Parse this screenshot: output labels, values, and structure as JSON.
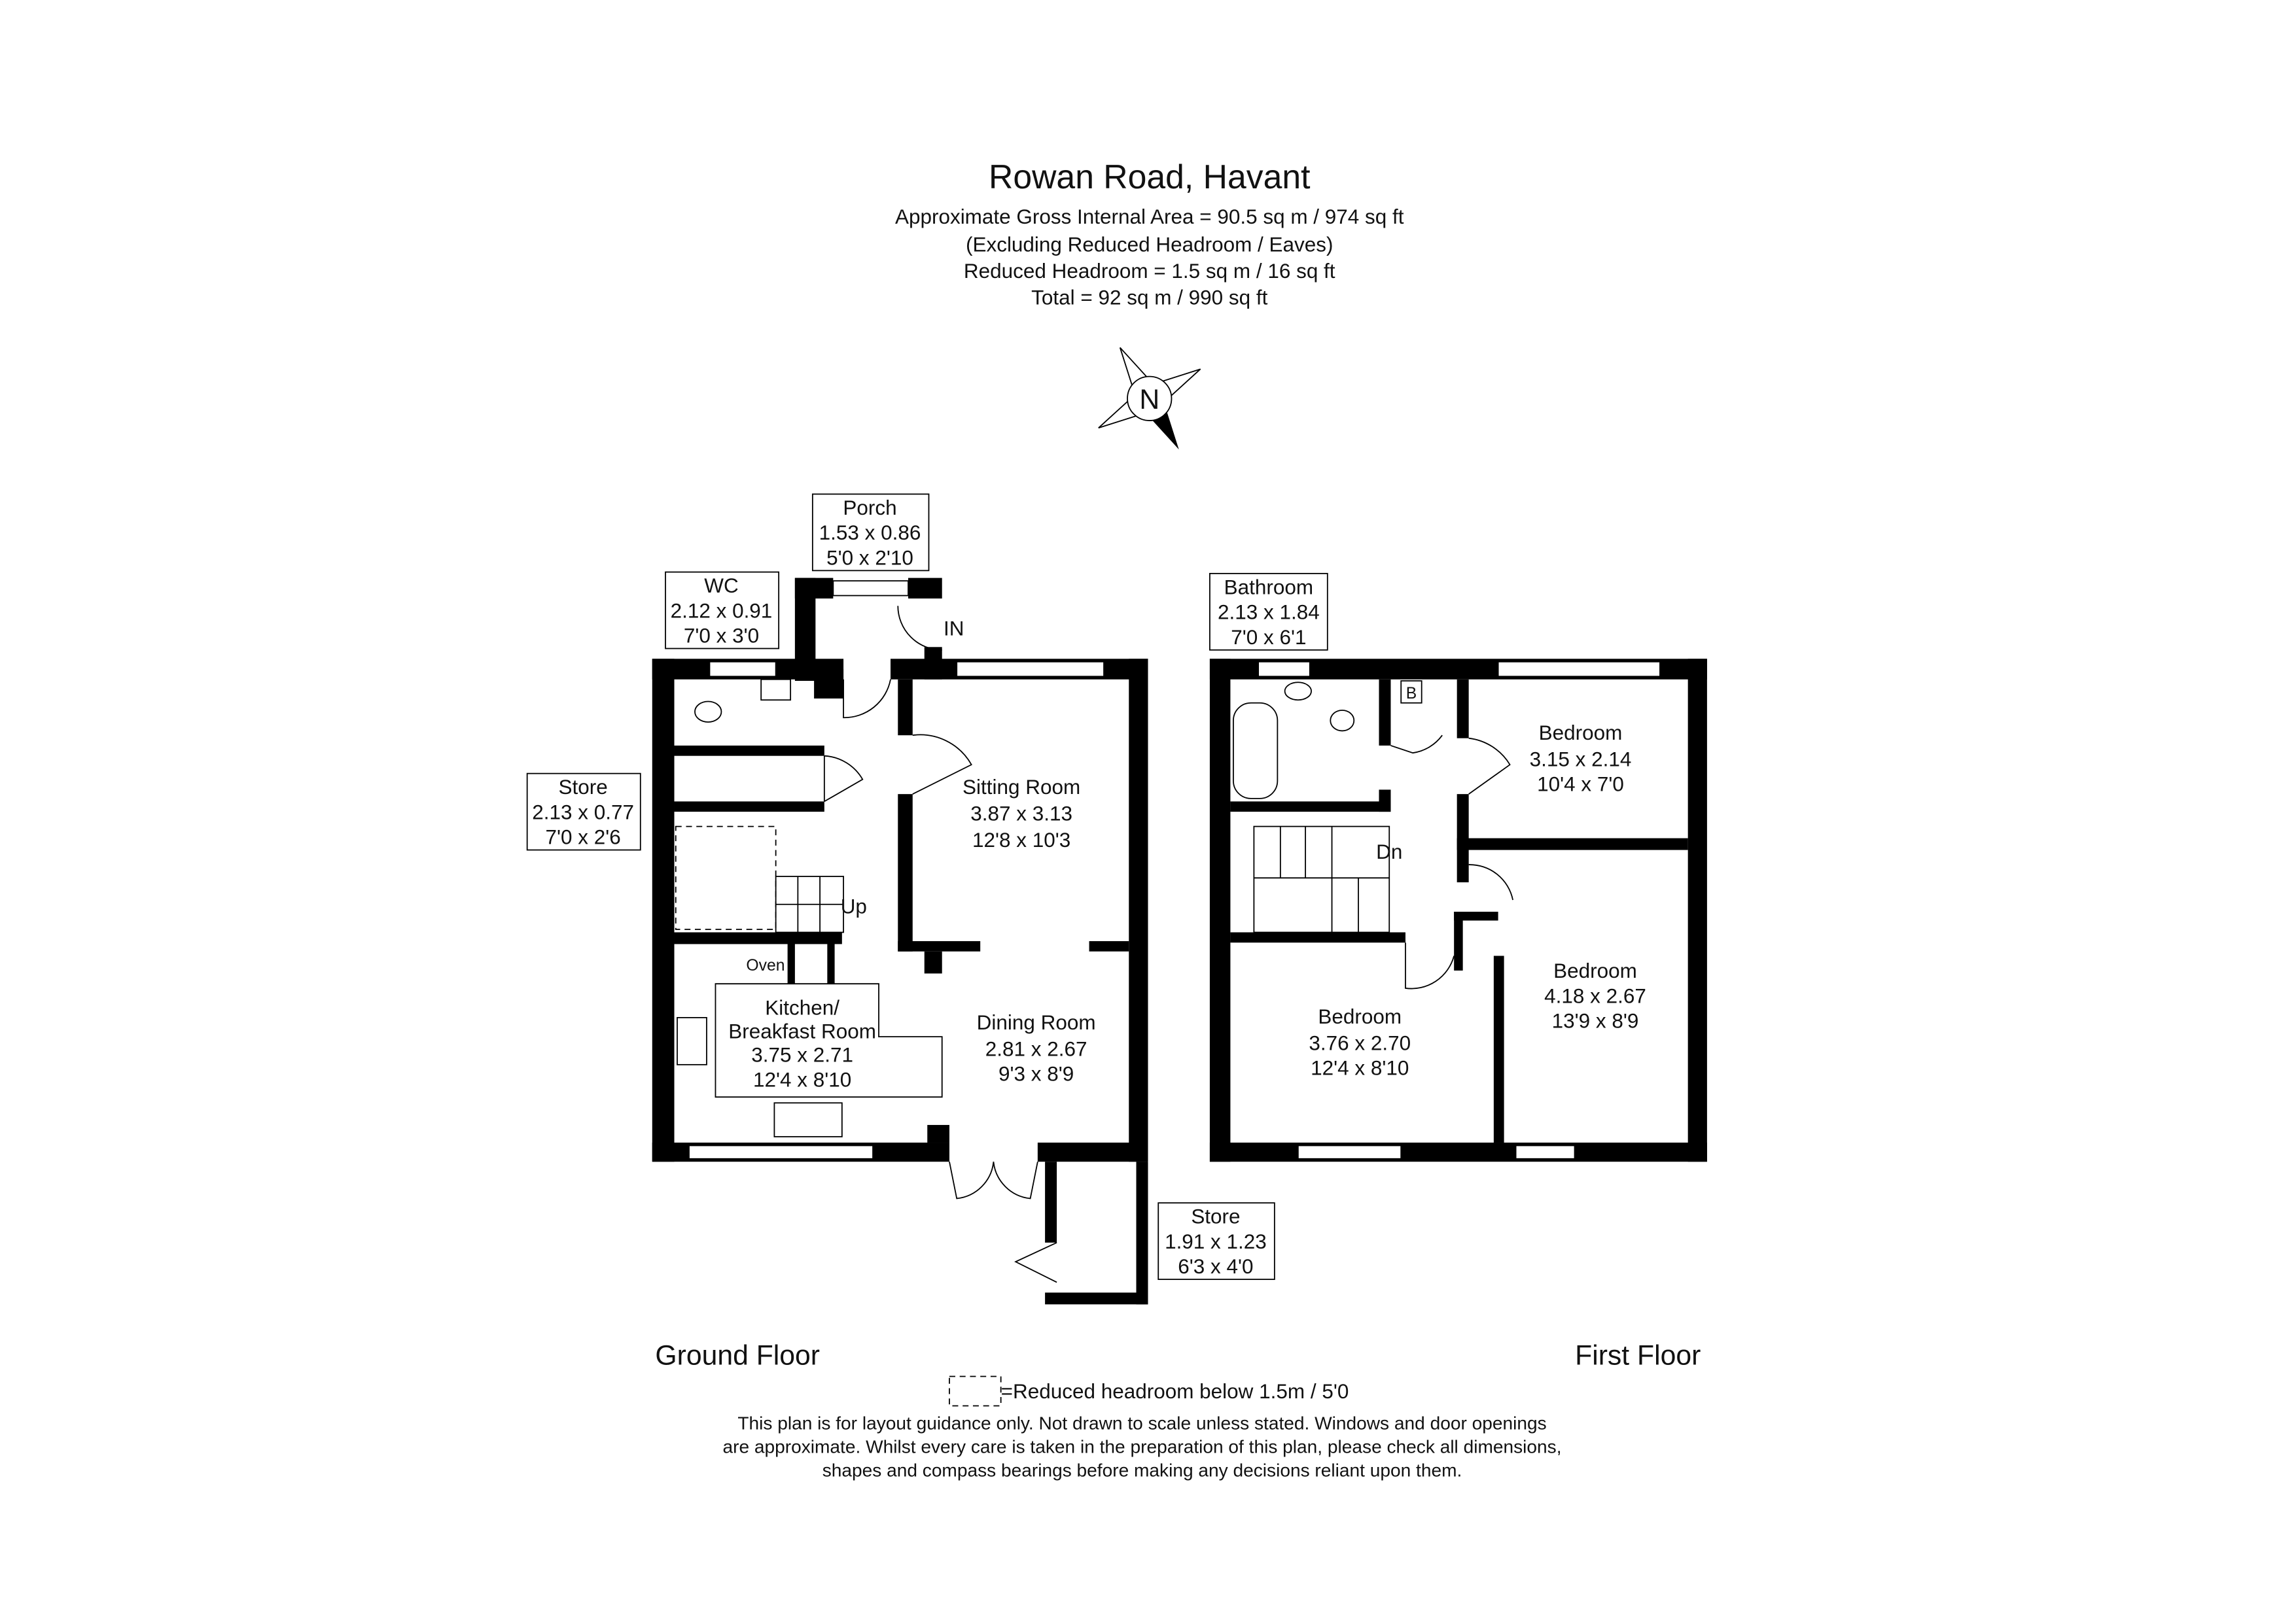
{
  "header": {
    "title": "Rowan Road, Havant",
    "lines": [
      "Approximate Gross Internal Area = 90.5 sq m / 974 sq ft",
      "(Excluding Reduced Headroom / Eaves)",
      "Reduced Headroom = 1.5 sq m / 16 sq ft",
      "Total = 92 sq m / 990 sq ft"
    ]
  },
  "compass": {
    "label": "N"
  },
  "ground_floor": {
    "label": "Ground Floor",
    "entrance": "IN",
    "stairs": "Up",
    "oven": "Oven",
    "rooms": {
      "porch": {
        "name": "Porch",
        "metric": "1.53 x 0.86",
        "imperial": "5'0 x 2'10"
      },
      "wc": {
        "name": "WC",
        "metric": "2.12 x 0.91",
        "imperial": "7'0 x 3'0"
      },
      "store": {
        "name": "Store",
        "metric": "2.13 x 0.77",
        "imperial": "7'0 x 2'6"
      },
      "sitting": {
        "name": "Sitting Room",
        "metric": "3.87 x 3.13",
        "imperial": "12'8 x 10'3"
      },
      "kitchen": {
        "name1": "Kitchen/",
        "name2": "Breakfast Room",
        "metric": "3.75 x 2.71",
        "imperial": "12'4 x 8'10"
      },
      "dining": {
        "name": "Dining Room",
        "metric": "2.81 x 2.67",
        "imperial": "9'3 x 8'9"
      },
      "outstore": {
        "name": "Store",
        "metric": "1.91 x 1.23",
        "imperial": "6'3 x 4'0"
      }
    }
  },
  "first_floor": {
    "label": "First Floor",
    "stairs": "Dn",
    "boiler": "B",
    "rooms": {
      "bathroom": {
        "name": "Bathroom",
        "metric": "2.13 x 1.84",
        "imperial": "7'0 x 6'1"
      },
      "bedroom1": {
        "name": "Bedroom",
        "metric": "3.15 x 2.14",
        "imperial": "10'4 x 7'0"
      },
      "bedroom2": {
        "name": "Bedroom",
        "metric": "3.76 x 2.70",
        "imperial": "12'4 x 8'10"
      },
      "bedroom3": {
        "name": "Bedroom",
        "metric": "4.18 x 2.67",
        "imperial": "13'9 x 8'9"
      }
    }
  },
  "legend": {
    "text": "=Reduced headroom below 1.5m / 5'0"
  },
  "disclaimer": [
    "This plan is for layout guidance only. Not drawn to scale unless stated. Windows and door openings",
    "are approximate. Whilst every care is taken in the preparation of this plan, please check all dimensions,",
    "shapes and compass bearings before making any decisions reliant upon them."
  ]
}
